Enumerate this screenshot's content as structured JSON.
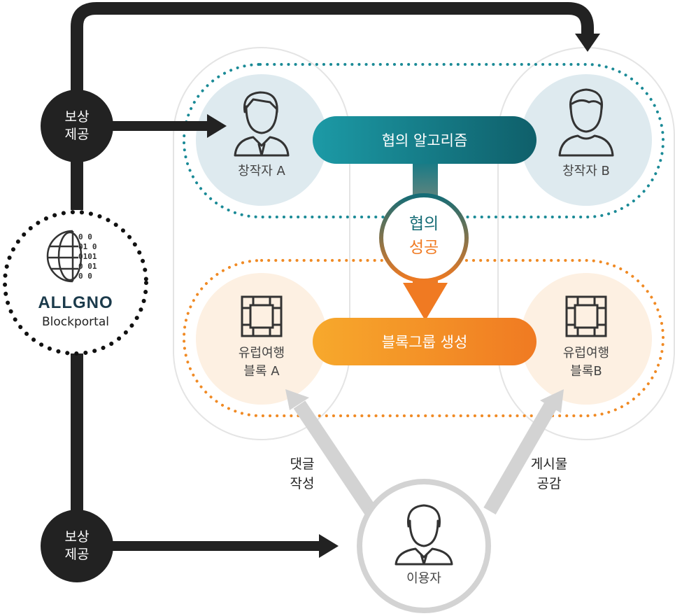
{
  "reward_top": {
    "line1": "보상",
    "line2": "제공"
  },
  "reward_bottom": {
    "line1": "보상",
    "line2": "제공"
  },
  "portal": {
    "brand": "ALLGNO",
    "name": "Blockportal"
  },
  "creator_a": {
    "label": "창작자 A"
  },
  "creator_b": {
    "label": "창작자 B"
  },
  "consensus_algorithm": {
    "label": "협의 알고리즘"
  },
  "consensus_success": {
    "line1": "협의",
    "line2": "성공"
  },
  "block_group": {
    "label": "블록그룹 생성"
  },
  "block_a": {
    "line1": "유럽여행",
    "line2": "블록 A"
  },
  "block_b": {
    "line1": "유럽여행",
    "line2": "블록B"
  },
  "comment": {
    "line1": "댓글",
    "line2": "작성"
  },
  "like": {
    "line1": "게시물",
    "line2": "공감"
  },
  "user": {
    "label": "이용자"
  },
  "colors": {
    "dark": "#222222",
    "teal": "#1a8a96",
    "orange": "#f08a24",
    "gray_arrow": "#d3d3d3",
    "creator_circle": "#deeaef",
    "block_circle": "#fdf0e2"
  },
  "icons": [
    "businessman-icon",
    "person-icon",
    "globe-binary-icon",
    "chip-block-icon",
    "user-icon"
  ]
}
